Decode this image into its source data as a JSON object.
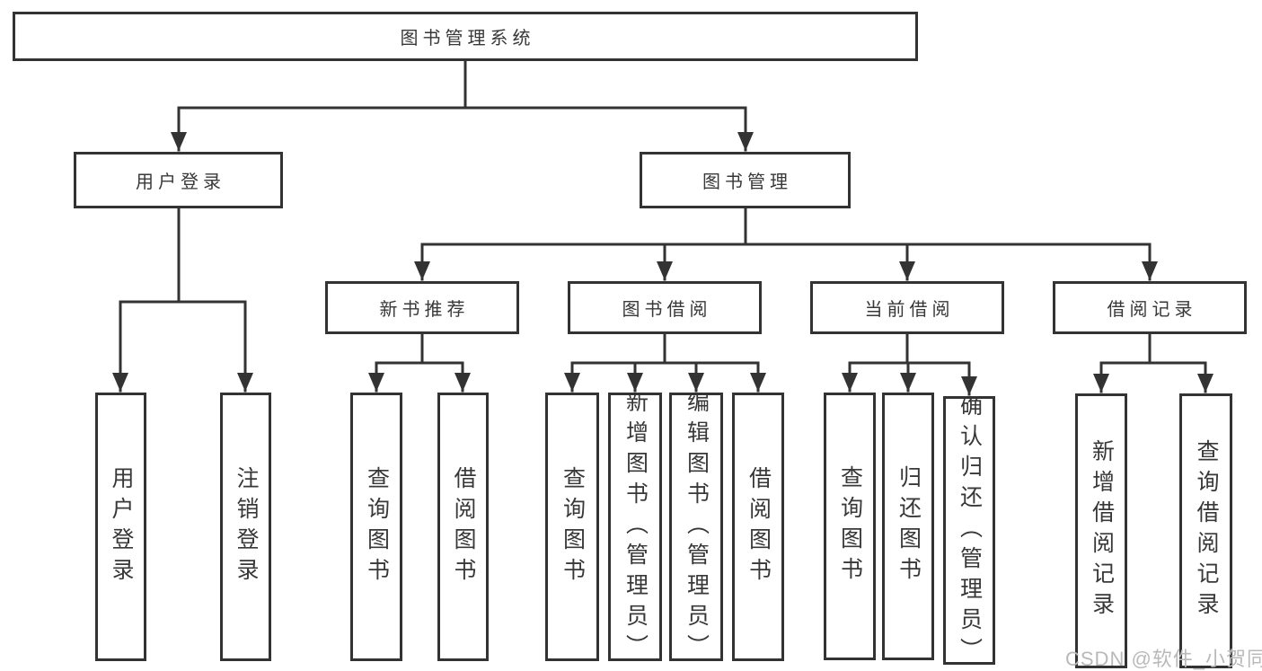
{
  "diagram": {
    "root": {
      "label": "图书管理系统"
    },
    "level2": {
      "user_login": {
        "label": "用户登录"
      },
      "book_management": {
        "label": "图书管理"
      }
    },
    "level3": {
      "new_book_recommend": {
        "label": "新书推荐"
      },
      "book_borrow": {
        "label": "图书借阅"
      },
      "current_borrow": {
        "label": "当前借阅"
      },
      "borrow_records": {
        "label": "借阅记录"
      }
    },
    "leaves": {
      "user_login": {
        "label": "用户登录"
      },
      "logout": {
        "label": "注销登录"
      },
      "recommend_query_books": {
        "label": "查询图书"
      },
      "recommend_borrow_books": {
        "label": "借阅图书"
      },
      "borrow_query_books": {
        "label": "查询图书"
      },
      "borrow_add_books_admin": {
        "label": "新增图书（管理员）"
      },
      "borrow_edit_books_admin": {
        "label": "编辑图书（管理员）"
      },
      "borrow_borrow_books": {
        "label": "借阅图书"
      },
      "current_query_books": {
        "label": "查询图书"
      },
      "current_return_books": {
        "label": "归还图书"
      },
      "current_confirm_return_admin": {
        "label": "确认归还（管理员）"
      },
      "records_add_record": {
        "label": "新增借阅记录"
      },
      "records_query_record": {
        "label": "查询借阅记录"
      }
    },
    "watermark": "CSDN @软件_小贺同学",
    "colors": {
      "line": "#333333",
      "text": "#383838",
      "watermark": "#b9b9b9",
      "background": "#ffffff"
    }
  }
}
